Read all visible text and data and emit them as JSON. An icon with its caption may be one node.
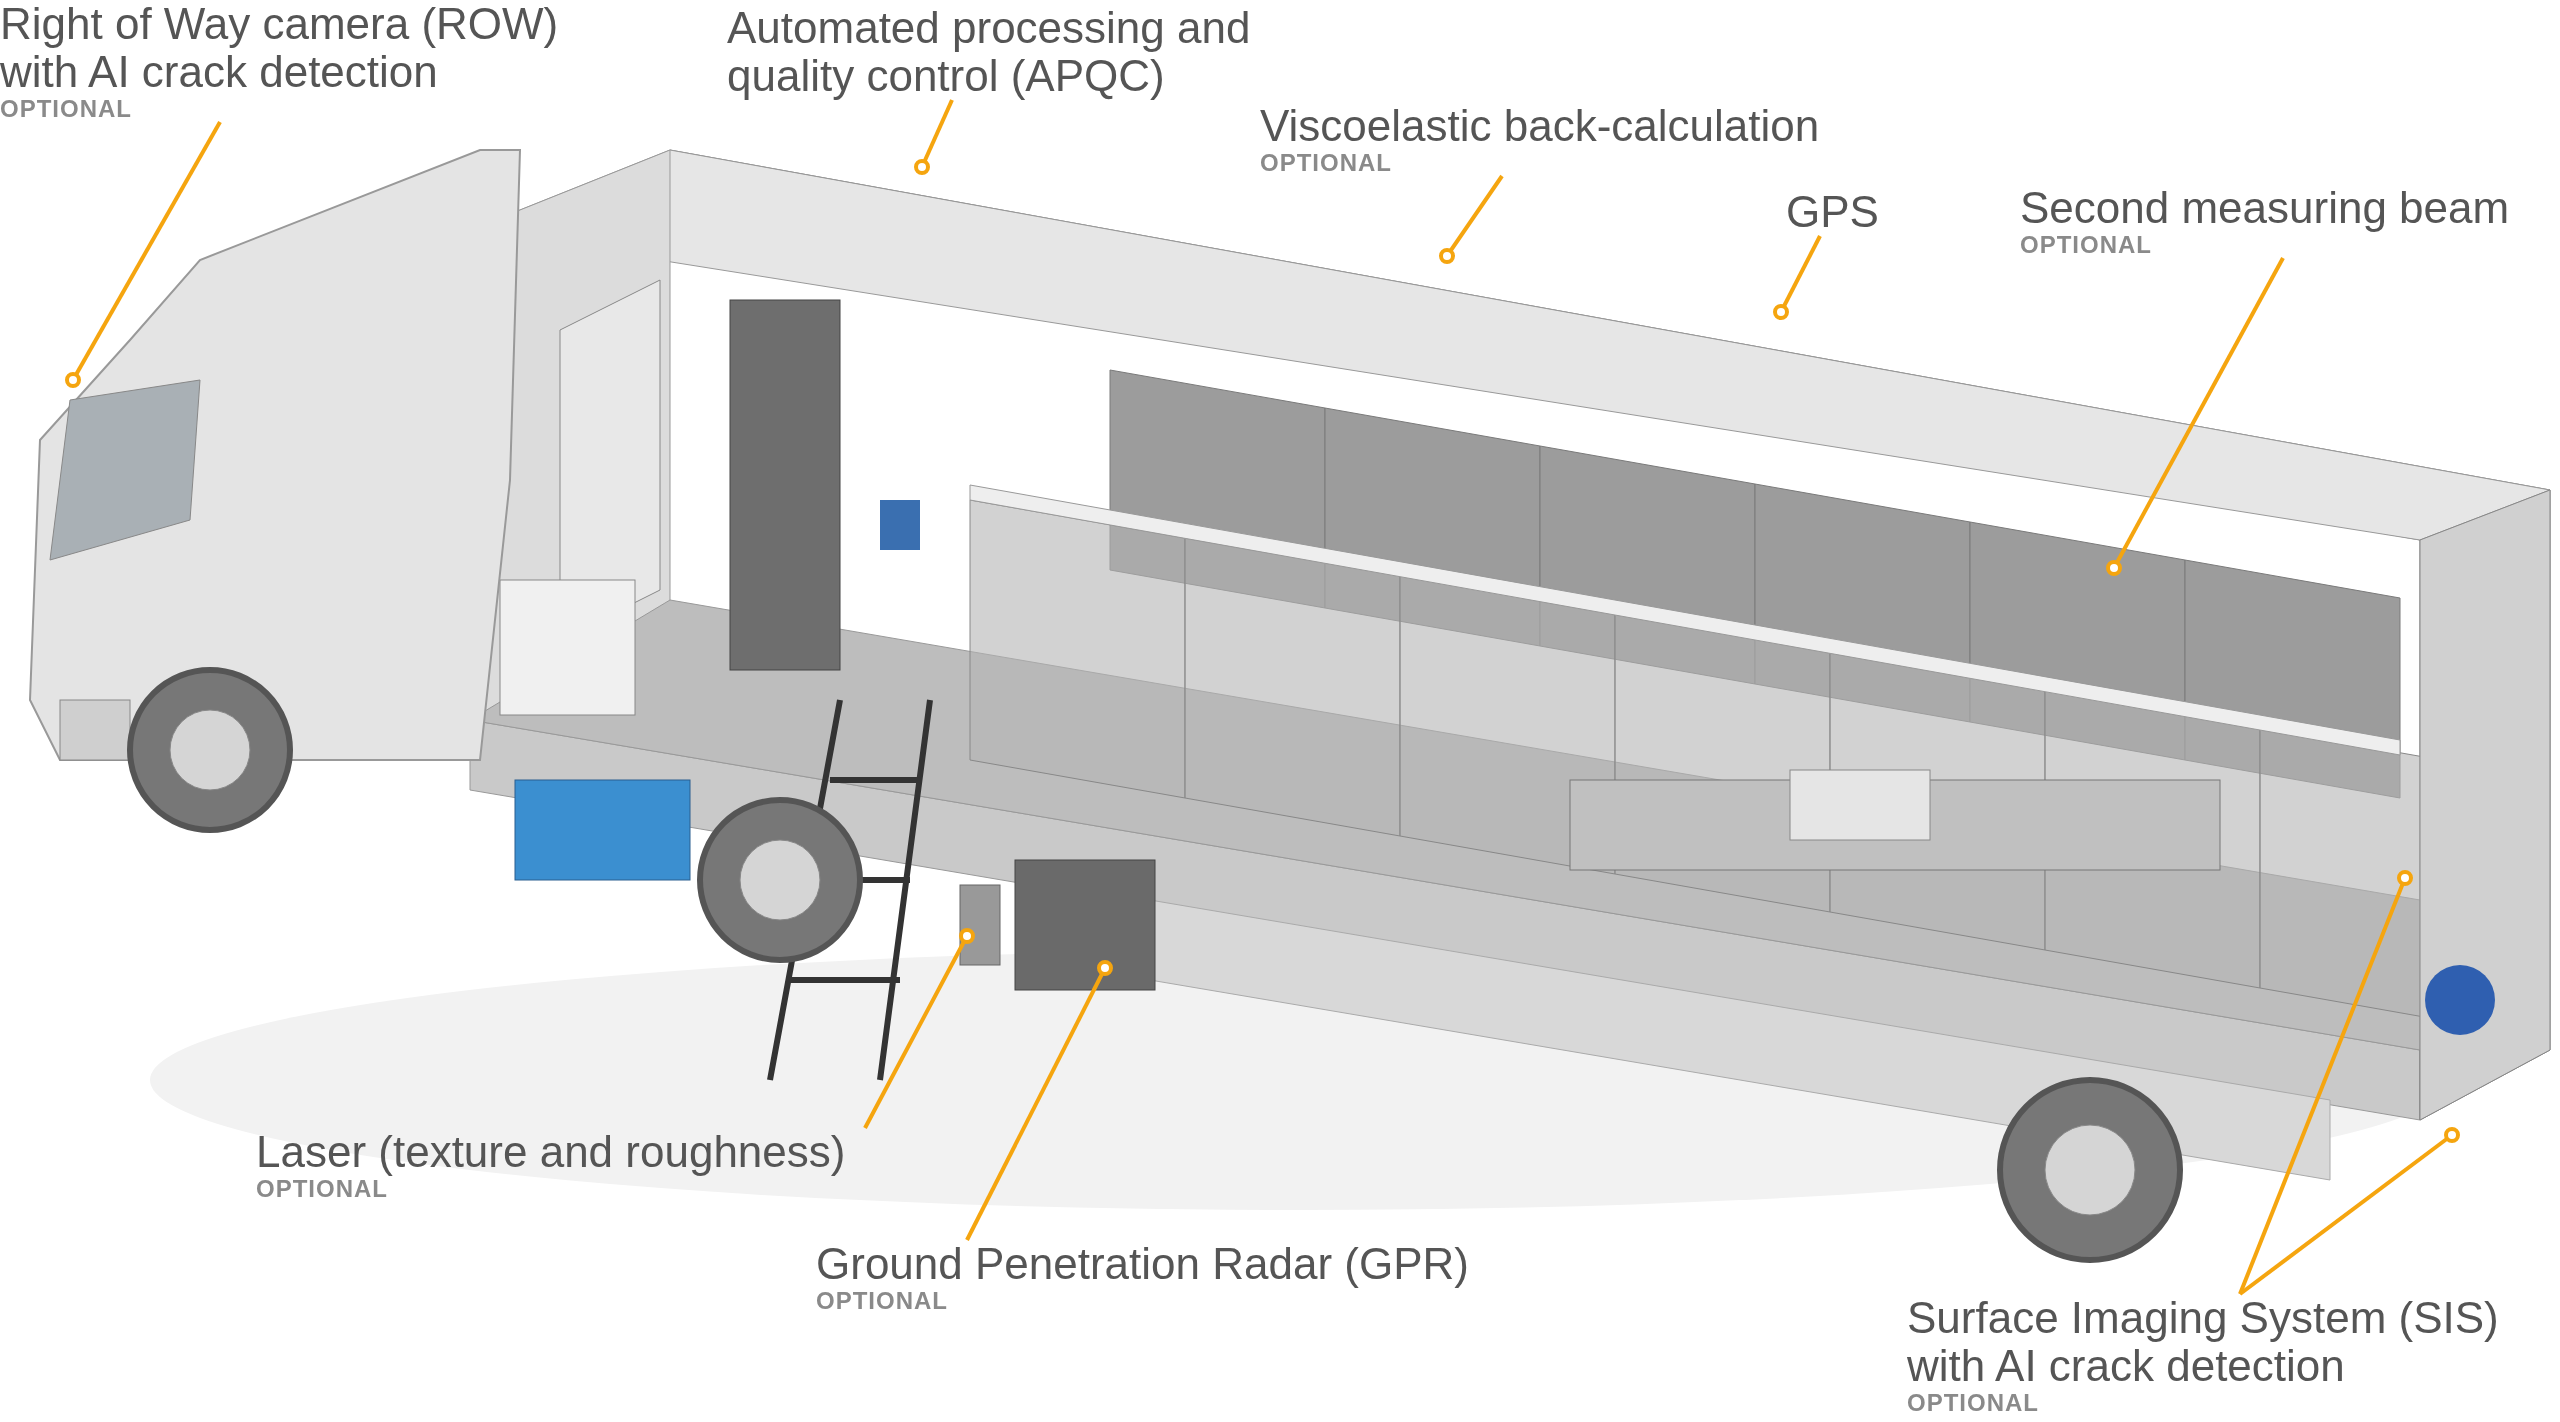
{
  "diagram": {
    "nodes": [
      {
        "text": [
          "Right of Way camera (ROW) with AI crack detection",
          "OPTIONAL"
        ]
      },
      {
        "text": [
          "Automated processing and quality control (APQC)"
        ]
      },
      {
        "text": [
          "Viscoelastic back-calculation",
          "OPTIONAL"
        ]
      },
      {
        "text": [
          "GPS"
        ]
      },
      {
        "text": [
          "Second measuring beam",
          "OPTIONAL"
        ]
      },
      {
        "text": [
          "Laser (texture and roughness)",
          "OPTIONAL"
        ]
      },
      {
        "text": [
          "Ground Penetration Radar (GPR)",
          "OPTIONAL"
        ]
      },
      {
        "text": [
          "Surface Imaging System (SIS) with AI crack detection",
          "OPTIONAL"
        ]
      }
    ],
    "edges": [
      {
        "from": 0,
        "to": null,
        "arrow": "other"
      },
      {
        "from": 1,
        "to": null,
        "arrow": "other"
      },
      {
        "from": 2,
        "to": null,
        "arrow": "other"
      },
      {
        "from": 3,
        "to": null,
        "arrow": "other"
      },
      {
        "from": 4,
        "to": null,
        "arrow": "other"
      },
      {
        "from": 5,
        "to": null,
        "arrow": "other"
      },
      {
        "from": 6,
        "to": null,
        "arrow": "other"
      },
      {
        "from": 7,
        "to": null,
        "arrow": "other"
      },
      {
        "from": 7,
        "to": null,
        "arrow": "other"
      }
    ]
  }
}
